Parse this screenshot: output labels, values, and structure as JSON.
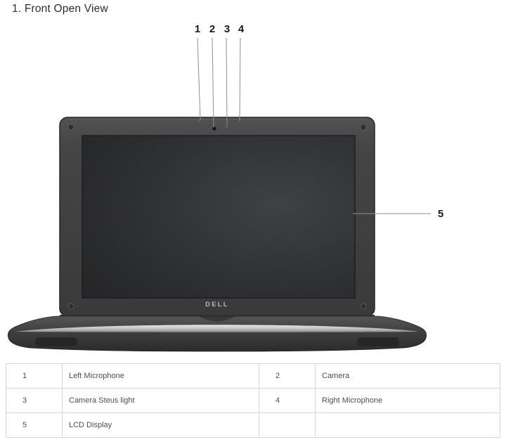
{
  "page": {
    "title": "1. Front Open View"
  },
  "diagram": {
    "brand": "DELL",
    "callouts": {
      "c1": "1",
      "c2": "2",
      "c3": "3",
      "c4": "4",
      "c5": "5"
    },
    "labels": {
      "1": "Left Microphone",
      "2": "Camera",
      "3": "Camera Steus light",
      "4": "Right Microphone",
      "5": "LCD Display"
    }
  },
  "table": {
    "rows": [
      {
        "n1": "1",
        "d1": "Left Microphone",
        "n2": "2",
        "d2": "Camera"
      },
      {
        "n1": "3",
        "d1": "Camera Steus light",
        "n2": "4",
        "d2": "Right Microphone"
      },
      {
        "n1": "5",
        "d1": "LCD Display",
        "n2": "",
        "d2": ""
      }
    ]
  }
}
